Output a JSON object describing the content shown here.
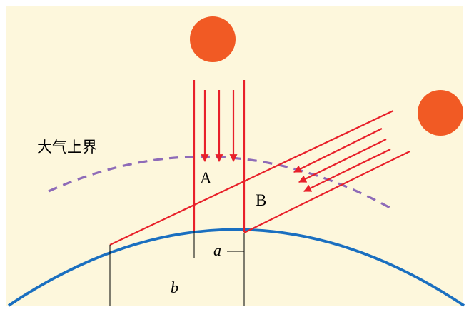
{
  "colors": {
    "panel_background": "#fdf7dc",
    "sun": "#f15a24",
    "rays": "#e8202a",
    "atmosphere_boundary": "#8e6bb8",
    "earth_surface": "#1a6fc0",
    "annotation": "#000000"
  },
  "labels": {
    "atmosphere_top": "大气上界",
    "beam_a": "A",
    "beam_b": "B",
    "width_a": "a",
    "width_b": "b"
  },
  "icons": {
    "sun_overhead": "sun-icon",
    "sun_oblique": "sun-icon"
  }
}
